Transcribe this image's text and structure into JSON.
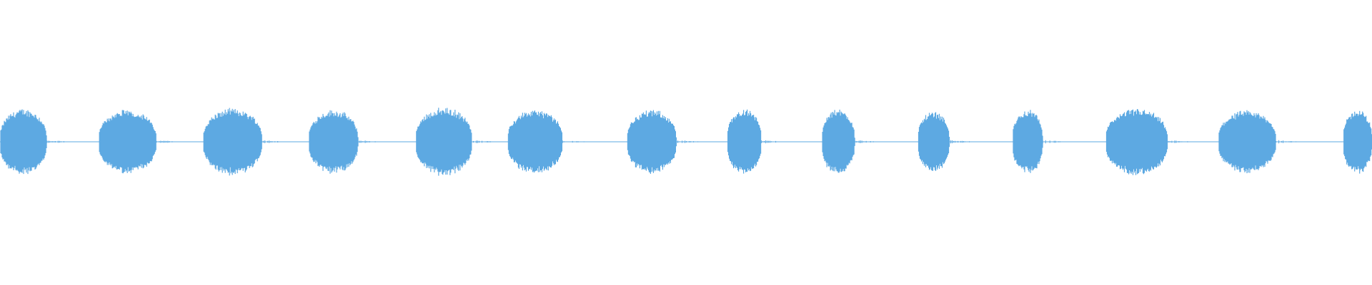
{
  "waveform": {
    "color": "#5DA9E2",
    "background": "#FFFFFF",
    "duration_fraction_segments": [
      {
        "start": 0.0,
        "end": 0.034,
        "amplitude": 0.95
      },
      {
        "start": 0.072,
        "end": 0.114,
        "amplitude": 0.92
      },
      {
        "start": 0.148,
        "end": 0.191,
        "amplitude": 0.96
      },
      {
        "start": 0.225,
        "end": 0.261,
        "amplitude": 0.92
      },
      {
        "start": 0.303,
        "end": 0.344,
        "amplitude": 0.98
      },
      {
        "start": 0.37,
        "end": 0.41,
        "amplitude": 0.92
      },
      {
        "start": 0.457,
        "end": 0.493,
        "amplitude": 0.92
      },
      {
        "start": 0.53,
        "end": 0.555,
        "amplitude": 0.94
      },
      {
        "start": 0.599,
        "end": 0.623,
        "amplitude": 0.94
      },
      {
        "start": 0.669,
        "end": 0.692,
        "amplitude": 0.88
      },
      {
        "start": 0.738,
        "end": 0.76,
        "amplitude": 0.92
      },
      {
        "start": 0.806,
        "end": 0.851,
        "amplitude": 0.96
      },
      {
        "start": 0.888,
        "end": 0.93,
        "amplitude": 0.9
      },
      {
        "start": 0.979,
        "end": 1.0,
        "amplitude": 0.92
      }
    ]
  }
}
